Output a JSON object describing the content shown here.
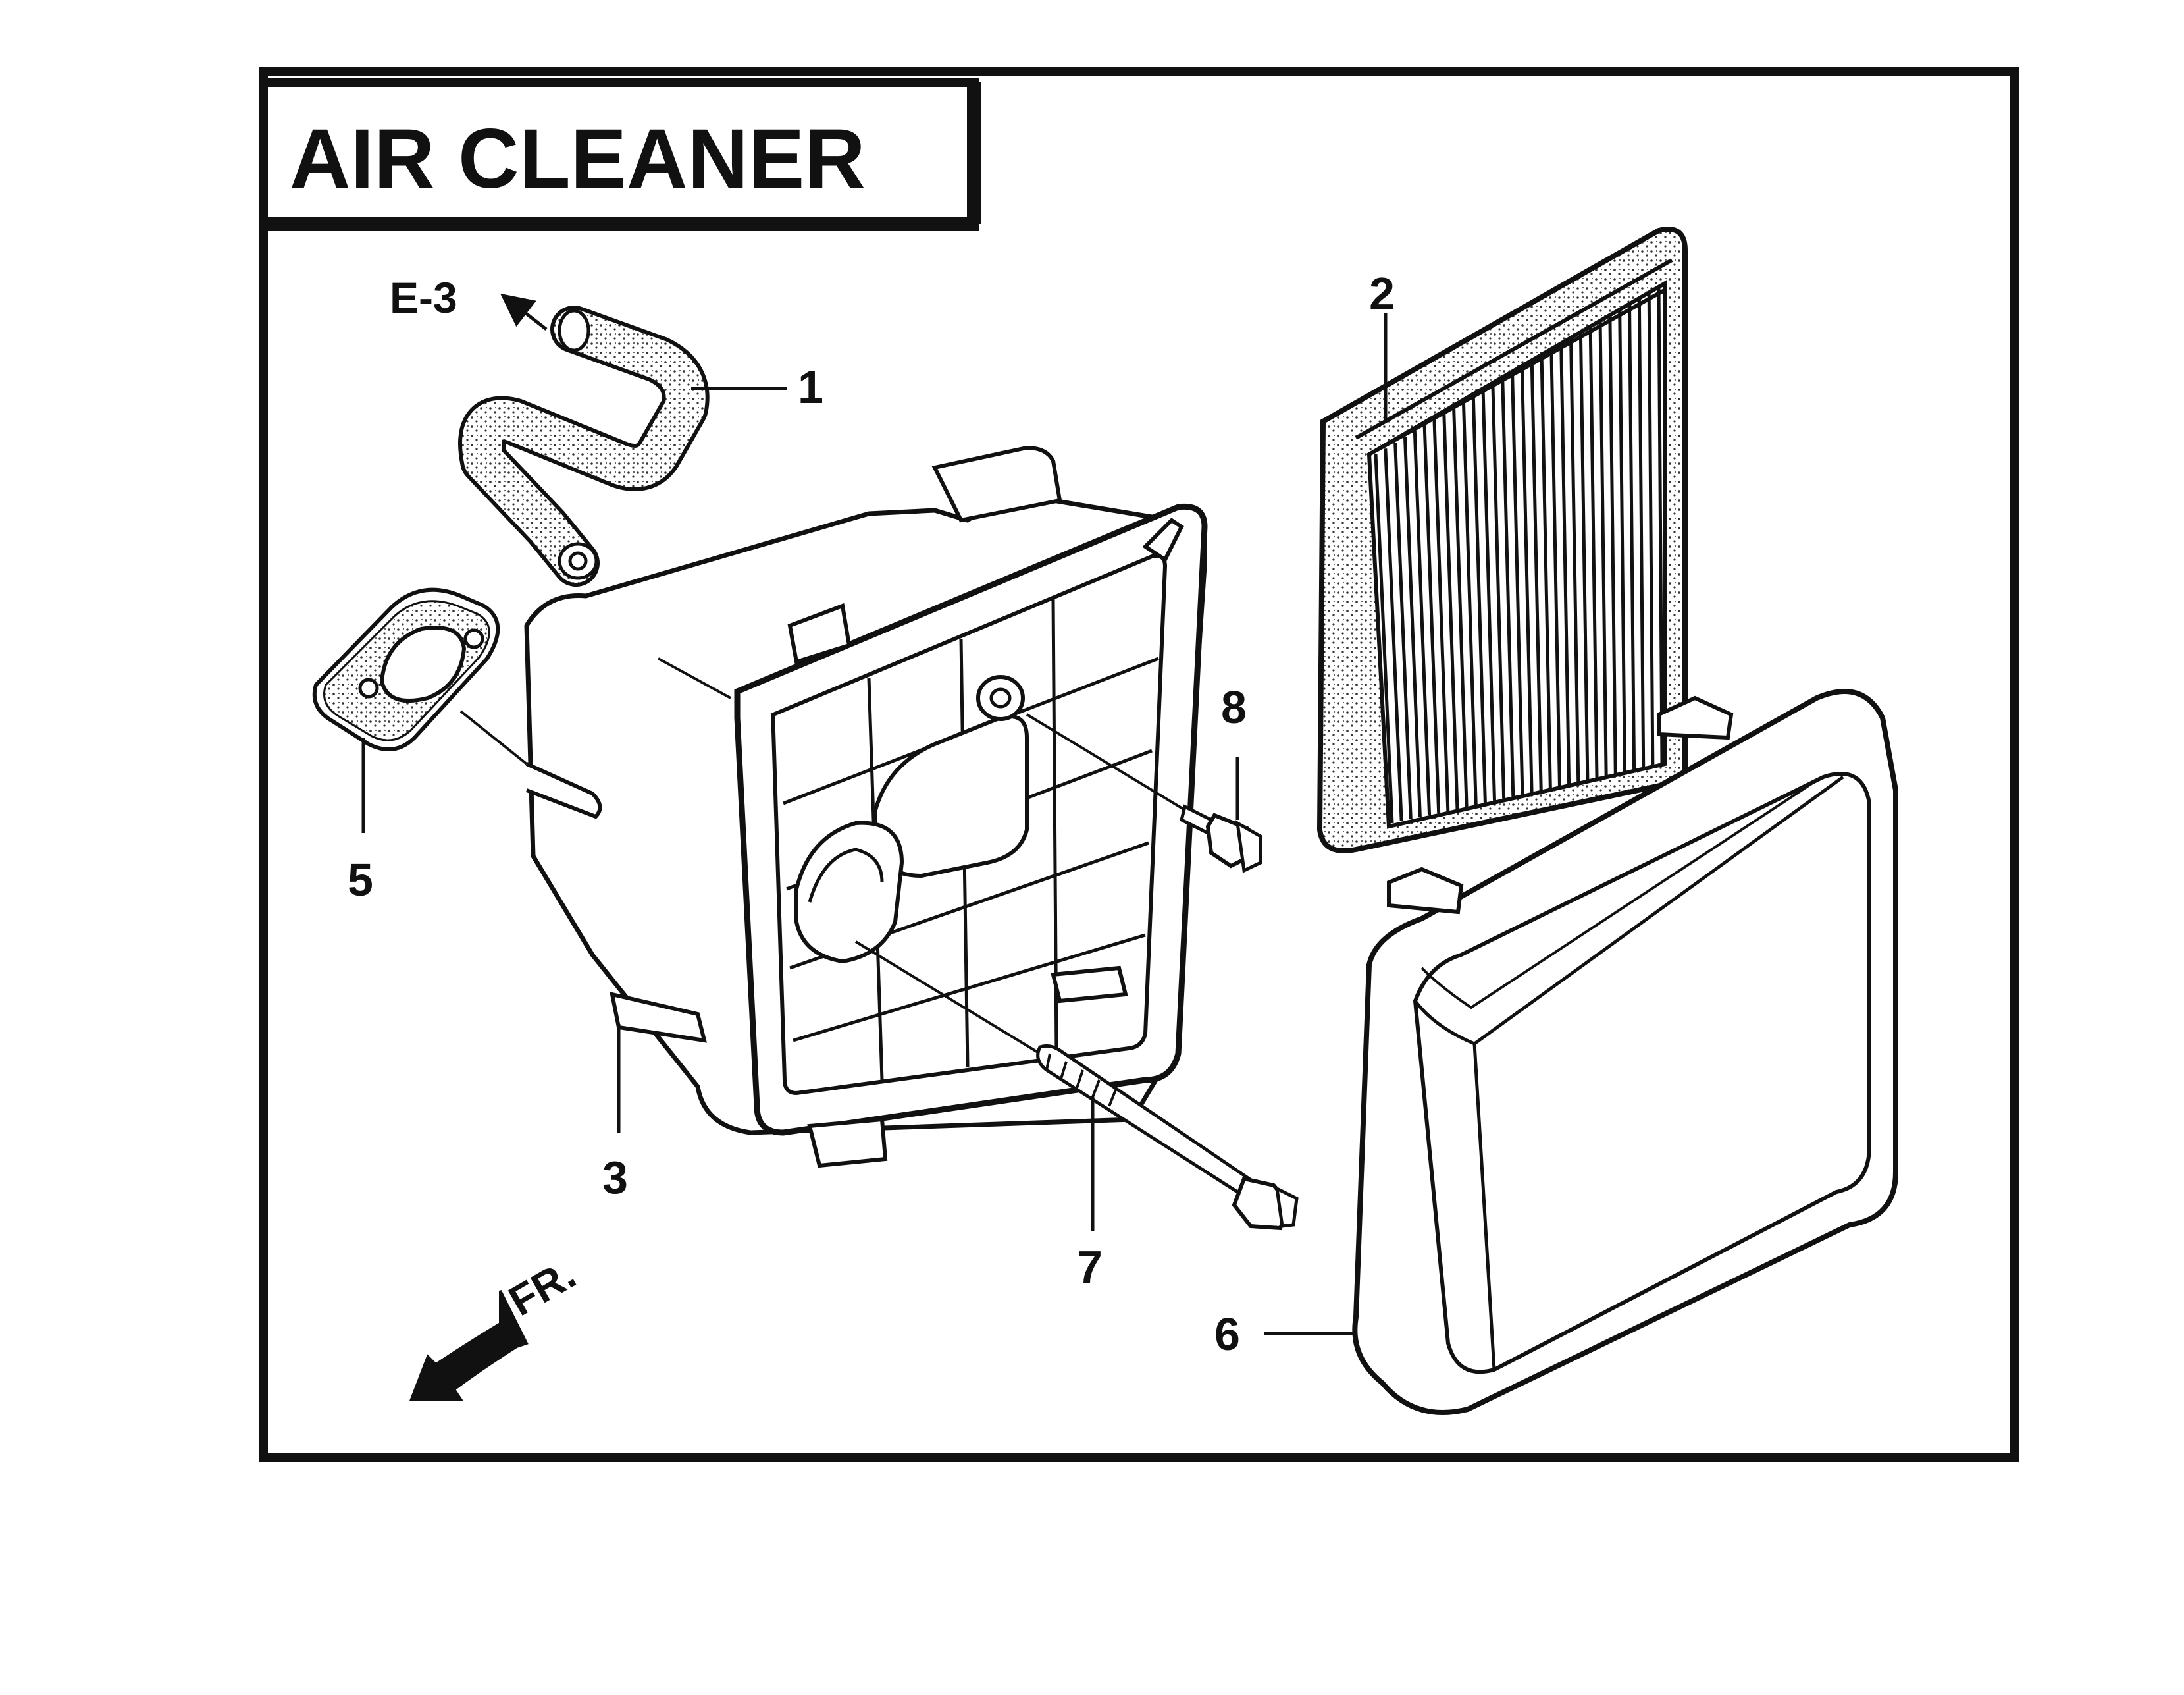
{
  "title": "AIR CLEANER",
  "reference": "E-3",
  "direction_label": "FR.",
  "part_labels": {
    "p1": "1",
    "p2": "2",
    "p3": "3",
    "p5": "5",
    "p6": "6",
    "p7": "7",
    "p8": "8"
  },
  "parts": [
    {
      "number": "1",
      "name": "tube"
    },
    {
      "number": "2",
      "name": "filter element"
    },
    {
      "number": "3",
      "name": "air cleaner case"
    },
    {
      "number": "5",
      "name": "gasket"
    },
    {
      "number": "6",
      "name": "cover"
    },
    {
      "number": "7",
      "name": "bolt"
    },
    {
      "number": "8",
      "name": "bolt"
    }
  ],
  "colors": {
    "ink": "#111111",
    "paper": "#ffffff"
  }
}
